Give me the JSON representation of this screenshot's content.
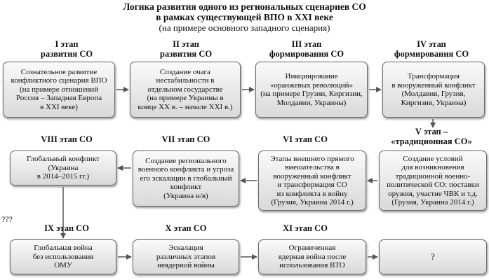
{
  "title_line1": "Логика развития одного из региональных сценариев СО",
  "title_line2": "в рамках существующей ВПО в XXI веке",
  "subtitle": "(на примере основного западного сценария)",
  "side_mark": "???",
  "stages": [
    {
      "id": "1",
      "label": "I этап\nразвития СО",
      "box": "Сознательное развитие\nконфликтного сценария ВПО\n(на примере отношений\nРоссия – Западная Европа\nв XXI веке)"
    },
    {
      "id": "2",
      "label": "II этап\nразвития СО",
      "box": "Создание очага\nнестабильности в\nотдельном государстве\n(на примере Украины в\nконце XX в. – начале XXI в.)"
    },
    {
      "id": "3",
      "label": "III этап\nформирования СО",
      "box": "Инициирование\n«оранжевых революций»\n(на примере Грузии, Киргизии,\nМолдавии, Украины)"
    },
    {
      "id": "4",
      "label": "IV этап\nформирования СО",
      "box": "Трансформация\nв вооруженный конфликт\n(Молдавия, Грузия,\nКиргизия, Украина)"
    },
    {
      "id": "5",
      "label": "V этап –\n«традиционная СО»",
      "box": "Создание условий\nдля возникновения\nтрадиционной военно-\nполитической СО: поставки\nоружия, участие ЧВК и т.д.\n(Грузия, Украина 2014 г.)"
    },
    {
      "id": "6",
      "label": "VI этап СО",
      "box": "Этапы внешнего прямого\nвмешательства в\nвооруженный конфликт\nи трансформация СО\nиз конфликта в войну\n(Грузия, Украина 2014 г.)"
    },
    {
      "id": "7",
      "label": "VII этап СО",
      "box": "Создание регионального\nвоенного конфликта и угроза\nего эскалации в глобальный\nконфликт\n(Украина н/в)"
    },
    {
      "id": "8",
      "label": "VIII этап СО",
      "box": "Глобальный конфликт\n(Украина\nв 2014–2015 гг.)"
    },
    {
      "id": "9",
      "label": "IX этап СО",
      "box": "Глобальная война\nбез использования\nОМУ"
    },
    {
      "id": "10",
      "label": "X этап СО",
      "box": "Эскалация\nразличных этапов\nнеядерной войны"
    },
    {
      "id": "11",
      "label": "XI этап СО",
      "box": "Ограниченная\nядерная война после\nиспользования ВТО"
    },
    {
      "id": "12",
      "label": "",
      "box": "?"
    }
  ]
}
